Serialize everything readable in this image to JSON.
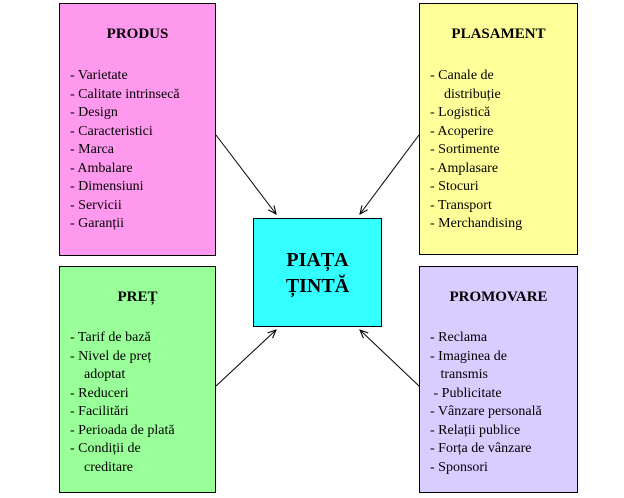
{
  "colors": {
    "produs": "#ff99ee",
    "plasament": "#ffff99",
    "pret": "#99ff99",
    "promovare": "#d9ccff",
    "center": "#33ffff"
  },
  "center": {
    "line1": "PIAȚA",
    "line2": "ȚINTĂ"
  },
  "produs": {
    "title": "PRODUS",
    "items": [
      "- Varietate",
      "- Calitate intrinsecă",
      "- Design",
      "- Caracteristici",
      "- Marca",
      "- Ambalare",
      "- Dimensiuni",
      "- Servicii",
      "- Garanții"
    ]
  },
  "plasament": {
    "title": "PLASAMENT",
    "items": [
      "- Canale de",
      "    distribuție",
      "- Logistică",
      "- Acoperire",
      "- Sortimente",
      "- Amplasare",
      "- Stocuri",
      "- Transport",
      "- Merchandising"
    ]
  },
  "pret": {
    "title": "PREȚ",
    "items": [
      "- Tarif de bază",
      "- Nivel de preț",
      "    adoptat",
      "- Reduceri",
      "- Facilitări",
      "- Perioada de plată",
      "- Condiții de",
      "    creditare"
    ]
  },
  "promovare": {
    "title": "PROMOVARE",
    "items": [
      "- Reclama",
      "- Imaginea de",
      "   transmis",
      " - Publicitate",
      "- Vânzare personală",
      "- Relații publice",
      "- Forța de vânzare",
      "- Sponsori"
    ]
  }
}
